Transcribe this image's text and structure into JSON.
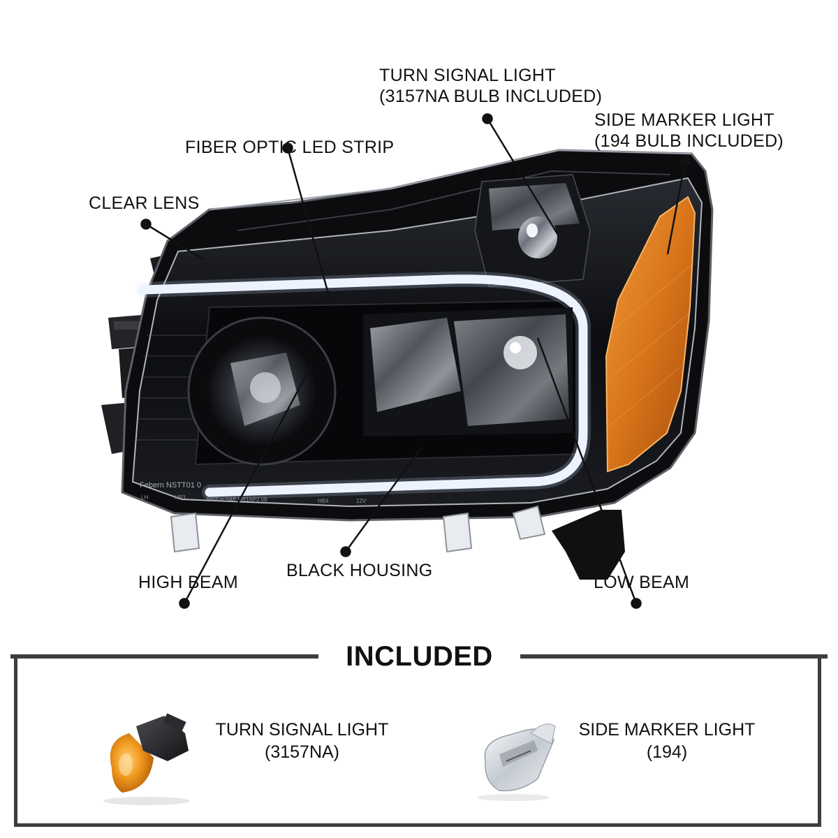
{
  "callouts": {
    "turn_signal": {
      "line1": "TURN SIGNAL LIGHT",
      "line2": "(3157NA BULB INCLUDED)"
    },
    "side_marker": {
      "line1": "SIDE MARKER LIGHT",
      "line2": "(194 BULB INCLUDED)"
    },
    "fiber_optic": {
      "line1": "FIBER OPTIC LED STRIP"
    },
    "clear_lens": {
      "line1": "CLEAR LENS"
    },
    "high_beam": {
      "line1": "HIGH BEAM"
    },
    "black_housing": {
      "line1": "BLACK HOUSING"
    },
    "low_beam": {
      "line1": "LOW BEAM"
    }
  },
  "headlight": {
    "lens_markings": "Febern NSTT01 0",
    "bottom_markings": [
      "LH",
      "HB3",
      "DOT V SAE HB1AP2 08",
      "HB4",
      "12V"
    ]
  },
  "included": {
    "title": "INCLUDED",
    "items": [
      {
        "line1": "TURN SIGNAL LIGHT",
        "line2": "(3157NA)",
        "bulb_icon": "amber-bulb-icon"
      },
      {
        "line1": "SIDE MARKER LIGHT",
        "line2": "(194)",
        "bulb_icon": "clear-wedge-bulb-icon"
      }
    ]
  },
  "colors": {
    "housing": "#0c0c0e",
    "amber": "#d8741a",
    "led_strip": "#f4f8ff",
    "frame": "#3d3d3d"
  }
}
